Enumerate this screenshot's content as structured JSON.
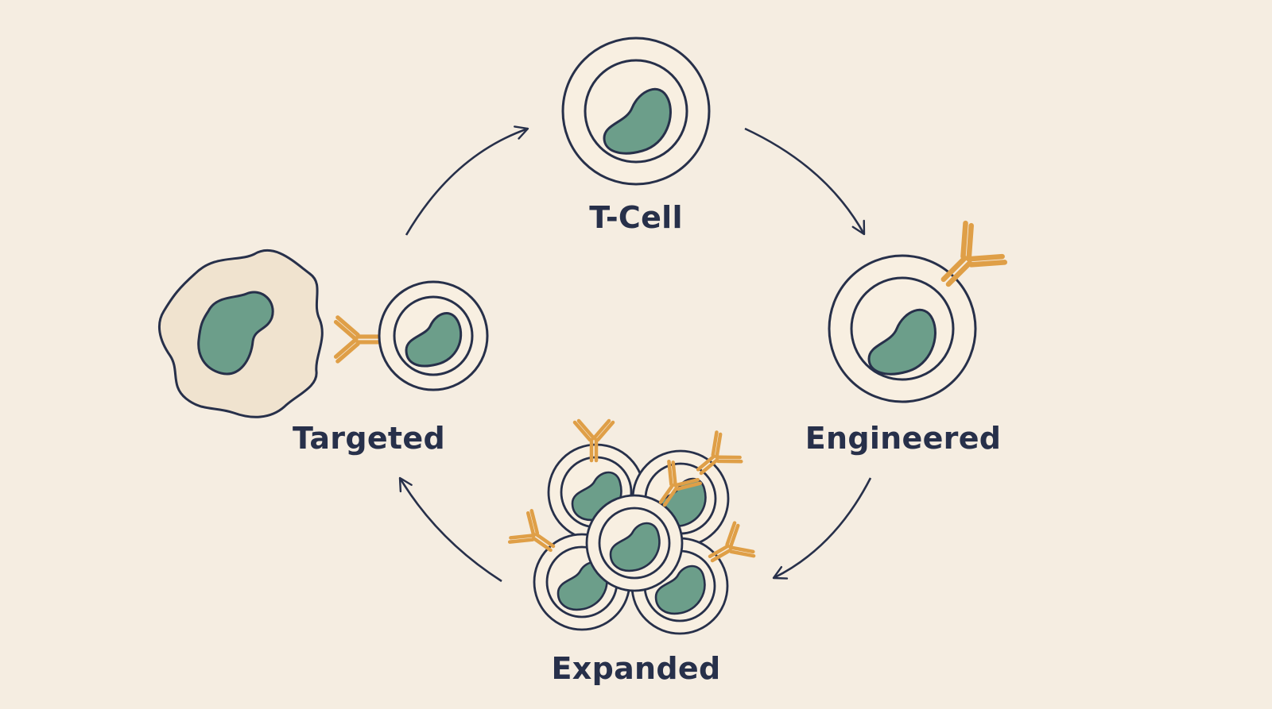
{
  "diagram": {
    "stages": [
      {
        "id": "t-cell",
        "label": "T-Cell"
      },
      {
        "id": "engineered",
        "label": "Engineered"
      },
      {
        "id": "expanded",
        "label": "Expanded"
      },
      {
        "id": "targeted",
        "label": "Targeted"
      }
    ],
    "colors": {
      "background": "#f5ede1",
      "outline": "#27304a",
      "cell_fill": "#f8efe1",
      "nucleus": "#6c9e8a",
      "receptor": "#df9f47",
      "tumor_fill": "#f0e3cf"
    }
  }
}
